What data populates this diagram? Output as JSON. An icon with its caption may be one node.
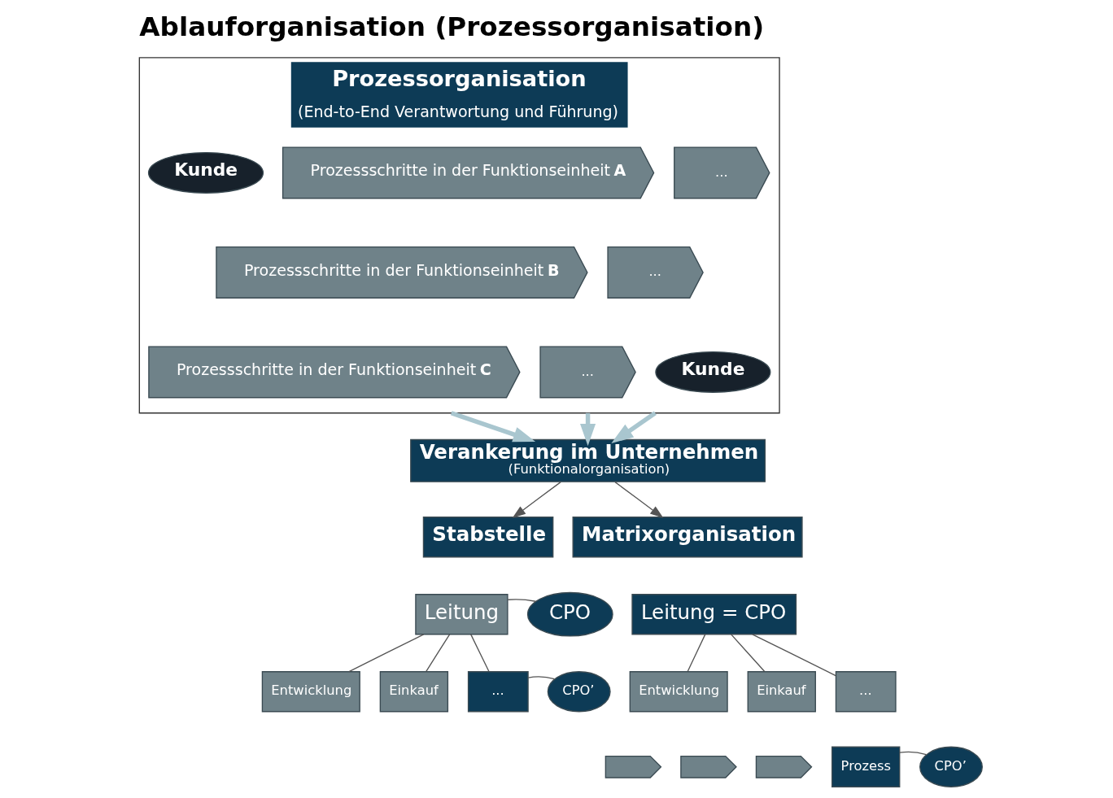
{
  "diagram": {
    "title": "Ablauforganisation (Prozessorganisation)",
    "nodes": [
      {
        "text": [
          "Prozessorganisation",
          "(End-to-End Verantwortung und Führung)"
        ]
      },
      {
        "text": [
          "Kunde"
        ],
        "in": 0
      },
      {
        "text": [
          "Prozessschritte in der Funktionseinheit **A**"
        ],
        "in": 0
      },
      {
        "text": [
          "..."
        ],
        "in": 0
      },
      {
        "text": [
          "Prozessschritte in der Funktionseinheit **B**"
        ],
        "in": 0
      },
      {
        "text": [
          "..."
        ],
        "in": 0
      },
      {
        "text": [
          "Prozessschritte in der Funktionseinheit **C**"
        ],
        "in": 0
      },
      {
        "text": [
          "..."
        ],
        "in": 0
      },
      {
        "text": [
          "Kunde"
        ],
        "in": 0
      },
      {
        "text": [
          "Verankerung im Unternehmen",
          "(Funktionalorganisation)"
        ]
      },
      {
        "text": [
          "Stabstelle"
        ]
      },
      {
        "text": [
          "Matrixorganisation"
        ]
      },
      {
        "text": [
          "Leitung"
        ]
      },
      {
        "text": [
          "CPO"
        ]
      },
      {
        "text": [
          "Entwicklung"
        ]
      },
      {
        "text": [
          "Einkauf"
        ]
      },
      {
        "text": [
          "..."
        ]
      },
      {
        "text": [
          "CPO’"
        ]
      },
      {
        "text": [
          "Leitung = CPO"
        ]
      },
      {
        "text": [
          "Entwicklung"
        ]
      },
      {
        "text": [
          "Einkauf"
        ]
      },
      {
        "text": [
          "..."
        ]
      },
      {
        "text": [],
        "shape": "chevron"
      },
      {
        "text": [],
        "shape": "chevron"
      },
      {
        "text": [],
        "shape": "chevron"
      },
      {
        "text": [
          "Prozess"
        ]
      },
      {
        "text": [
          "CPO’"
        ]
      }
    ],
    "edges": [
      {
        "from": 0,
        "to": 9,
        "arrow": "to",
        "style": "thick",
        "color": "#a9c6cf"
      },
      {
        "from": 0,
        "to": 9,
        "arrow": "to",
        "style": "thick",
        "color": "#a9c6cf"
      },
      {
        "from": 0,
        "to": 9,
        "arrow": "to",
        "style": "thick",
        "color": "#a9c6cf"
      },
      {
        "from": 9,
        "to": 10,
        "arrow": "to"
      },
      {
        "from": 9,
        "to": 11,
        "arrow": "to"
      },
      {
        "from": 12,
        "to": 13,
        "arrow": "none"
      },
      {
        "from": 12,
        "to": 14,
        "arrow": "none"
      },
      {
        "from": 12,
        "to": 15,
        "arrow": "none"
      },
      {
        "from": 12,
        "to": 16,
        "arrow": "none"
      },
      {
        "from": 16,
        "to": 17,
        "arrow": "none"
      },
      {
        "from": 18,
        "to": 19,
        "arrow": "none"
      },
      {
        "from": 18,
        "to": 20,
        "arrow": "none"
      },
      {
        "from": 18,
        "to": 21,
        "arrow": "none"
      },
      {
        "from": 25,
        "to": 26,
        "arrow": "none"
      }
    ]
  }
}
